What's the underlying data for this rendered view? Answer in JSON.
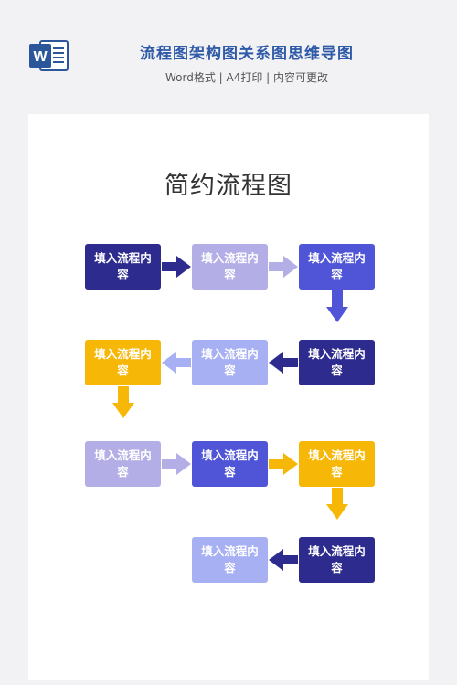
{
  "header": {
    "title": "流程图架构图关系图思维导图",
    "subtitle": "Word格式 | A4打印 | 内容可更改",
    "logo_letter": "W"
  },
  "doc": {
    "title": "简约流程图"
  },
  "flow": {
    "boxes": [
      {
        "label": "填入流程内容",
        "color": "#2e2b8f"
      },
      {
        "label": "填入流程内容",
        "color": "#b3aee6"
      },
      {
        "label": "填入流程内容",
        "color": "#4f55d6"
      },
      {
        "label": "填入流程内容",
        "color": "#f7b706"
      },
      {
        "label": "填入流程内容",
        "color": "#a7b0f3"
      },
      {
        "label": "填入流程内容",
        "color": "#2e2b8f"
      },
      {
        "label": "填入流程内容",
        "color": "#b3aee6"
      },
      {
        "label": "填入流程内容",
        "color": "#4f55d6"
      },
      {
        "label": "填入流程内容",
        "color": "#f7b706"
      },
      {
        "label": "填入流程内容",
        "color": "#a7b0f3"
      },
      {
        "label": "填入流程内容",
        "color": "#2e2b8f"
      }
    ]
  },
  "colors": {
    "title_blue": "#2f5aa8",
    "word_blue": "#2b579a"
  }
}
